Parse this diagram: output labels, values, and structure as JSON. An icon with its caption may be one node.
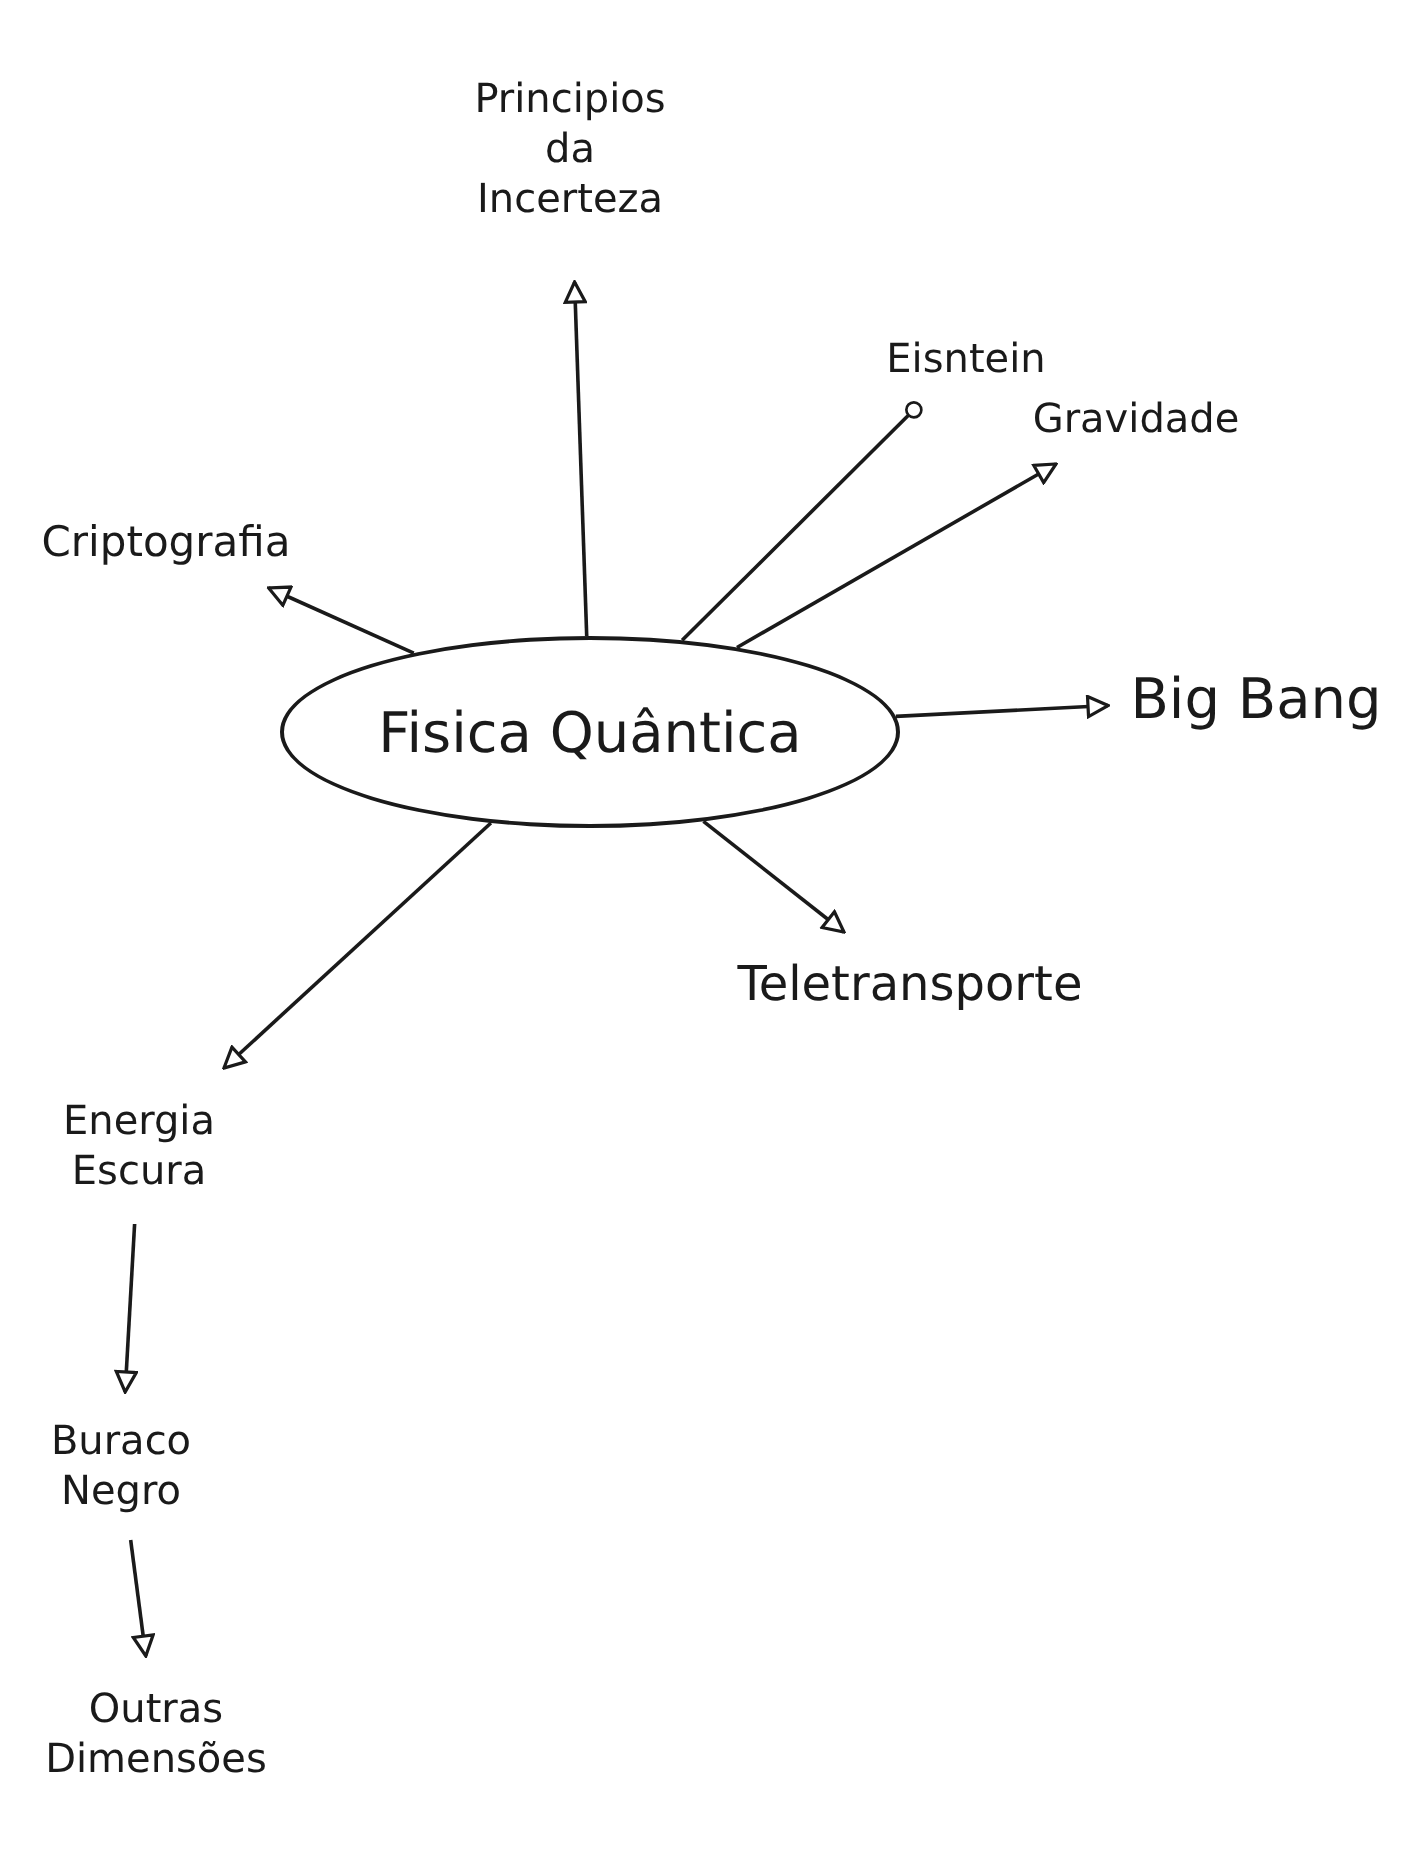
{
  "diagram": {
    "nodes": [
      {
        "text": [
          "Fisica Quântica"
        ]
      },
      {
        "text": [
          "Principios da Incerteza"
        ]
      },
      {
        "text": [
          "Eisntein"
        ]
      },
      {
        "text": [
          "Gravidade"
        ]
      },
      {
        "text": [
          "Big Bang"
        ]
      },
      {
        "text": [
          "Teletransporte"
        ]
      },
      {
        "text": [
          "Criptografia"
        ]
      },
      {
        "text": [
          "Energia Escura"
        ]
      },
      {
        "text": [
          "Buraco Negro"
        ]
      },
      {
        "text": [
          "Outras Dimensões"
        ]
      }
    ],
    "edges": [
      {
        "from": 0,
        "to": 1,
        "arrow": "to"
      },
      {
        "from": 0,
        "to": 2,
        "arrow": "other"
      },
      {
        "from": 0,
        "to": 3,
        "arrow": "to"
      },
      {
        "from": 0,
        "to": 4,
        "arrow": "to"
      },
      {
        "from": 0,
        "to": 5,
        "arrow": "to"
      },
      {
        "from": 0,
        "to": 6,
        "arrow": "to"
      },
      {
        "from": 0,
        "to": 7,
        "arrow": "to"
      },
      {
        "from": 7,
        "to": 8,
        "arrow": "to"
      },
      {
        "from": 8,
        "to": 9,
        "arrow": "to"
      }
    ]
  }
}
